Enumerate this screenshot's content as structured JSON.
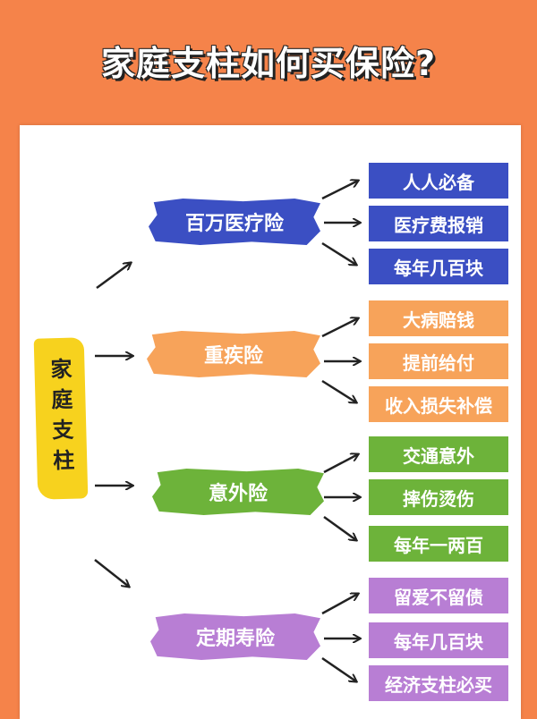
{
  "title": "家庭支柱如何买保险?",
  "root": "家庭支柱",
  "colors": {
    "blue": "#3b4fc3",
    "orange": "#f7a35a",
    "green": "#6db33a",
    "purple": "#b87ed4"
  },
  "categories": [
    {
      "label": "百万医疗险",
      "items": [
        "人人必备",
        "医疗费报销",
        "每年几百块"
      ]
    },
    {
      "label": "重疾险",
      "items": [
        "大病赔钱",
        "提前给付",
        "收入损失补偿"
      ]
    },
    {
      "label": "意外险",
      "items": [
        "交通意外",
        "摔伤烫伤",
        "每年一两百"
      ]
    },
    {
      "label": "定期寿险",
      "items": [
        "留爱不留债",
        "每年几百块",
        "经济支柱必买"
      ]
    }
  ]
}
